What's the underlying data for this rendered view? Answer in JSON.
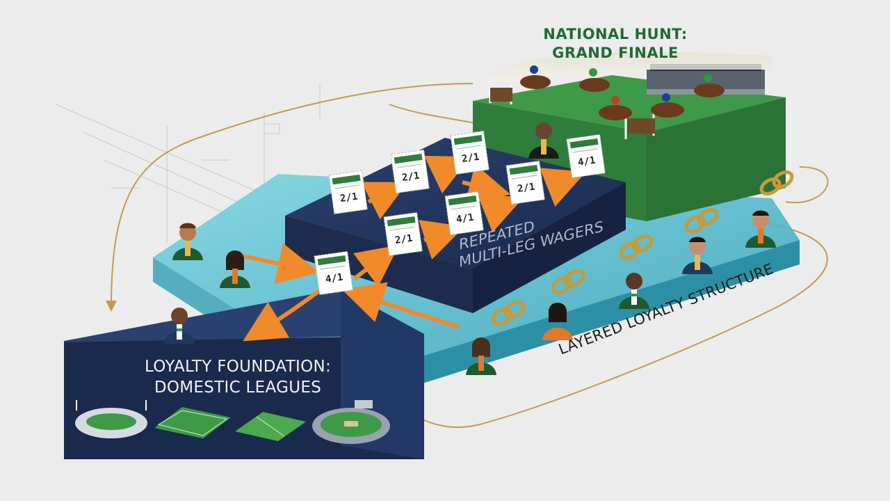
{
  "labels": {
    "hunt_line1": "NATIONAL HUNT:",
    "hunt_line2": "GRAND FINALE",
    "foundation_line1": "LOYALTY FOUNDATION:",
    "foundation_line2": "DOMESTIC LEAGUES",
    "wager_line1": "REPEATED",
    "wager_line2": "MULTI-LEG WAGERS",
    "layer": "LAYERED LOYALTY STRUCTURE"
  },
  "betting_slips": [
    {
      "odds": "2/1"
    },
    {
      "odds": "2/1"
    },
    {
      "odds": "2/1"
    },
    {
      "odds": "4/1"
    },
    {
      "odds": "2/1"
    },
    {
      "odds": "4/1"
    },
    {
      "odds": "2/1"
    },
    {
      "odds": "4/1"
    }
  ],
  "colors": {
    "background": "#ececec",
    "foundation_navy": "#1a2a4c",
    "wager_navy": "#1d2b4d",
    "teal_layer": "#5cc4d4",
    "turf_green": "#2f7d3a",
    "arrow_orange": "#f08a2a",
    "chain_gold": "#c99a3a",
    "guide_line": "#c49a50",
    "hunt_title": "#1f6b34"
  },
  "icons": [
    "horse-racing-icon",
    "stadium-icon",
    "football-pitch-icon",
    "rugby-pitch-icon",
    "cricket-ground-icon",
    "supporter-icon",
    "chain-link-icon",
    "betting-slip-icon",
    "arrow-icon"
  ]
}
